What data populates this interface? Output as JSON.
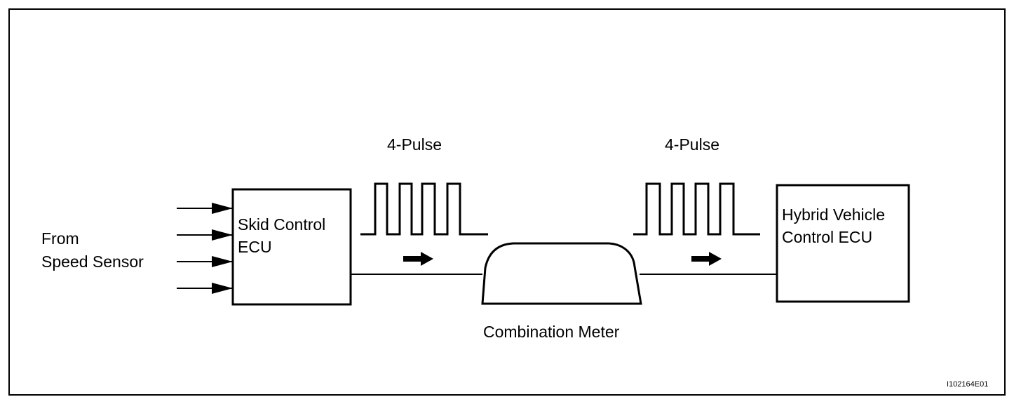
{
  "source": {
    "line1": "From",
    "line2": "Speed Sensor",
    "input_arrow_count": 4
  },
  "skid_ecu": {
    "line1": "Skid Control",
    "line2": "ECU"
  },
  "pulse_left": {
    "label": "4-Pulse",
    "pulse_count": 4
  },
  "pulse_right": {
    "label": "4-Pulse",
    "pulse_count": 4
  },
  "meter": {
    "label": "Combination Meter"
  },
  "hv_ecu": {
    "line1": "Hybrid Vehicle",
    "line2": "Control ECU"
  },
  "figure_id": "I102164E01"
}
